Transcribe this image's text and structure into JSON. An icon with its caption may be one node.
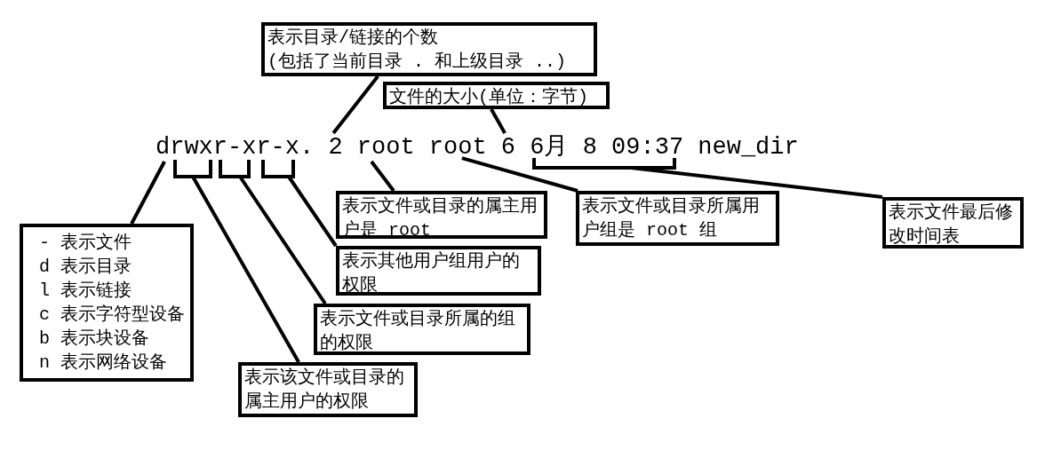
{
  "diagram": {
    "nodes": [
      {
        "text": [
          "表示目录/链接的个数",
          "(包括了当前目录 . 和上级目录 ..)"
        ]
      },
      {
        "text": [
          "文件的大小(单位：字节)"
        ]
      },
      {
        "text": [
          "drwxr-xr-x. 2 root root 6 6月 8 09:37 new_dir"
        ]
      },
      {
        "text": [],
        "shape": "bracket"
      },
      {
        "text": [],
        "shape": "bracket"
      },
      {
        "text": [],
        "shape": "bracket"
      },
      {
        "text": [],
        "shape": "bracket"
      },
      {
        "text": [
          "表示文件或目录的属主用户是 root"
        ]
      },
      {
        "text": [
          "表示文件或目录所属用户组是 root 组"
        ]
      },
      {
        "text": [
          "表示文件最后修改时间表"
        ]
      },
      {
        "text": [
          "- 表示文件",
          "d 表示目录",
          "l 表示链接",
          "c 表示字符型设备",
          "b 表示块设备",
          "n 表示网络设备"
        ]
      },
      {
        "text": [
          "表示其他用户组用户的权限"
        ]
      },
      {
        "text": [
          "表示文件或目录所属的组的权限"
        ]
      },
      {
        "text": [
          "表示该文件或目录的属主用户的权限"
        ]
      }
    ],
    "edges": [
      {
        "from": 0,
        "to": 2,
        "arrow": "none"
      },
      {
        "from": 1,
        "to": 2,
        "arrow": "none"
      },
      {
        "from": 7,
        "to": 2,
        "arrow": "none"
      },
      {
        "from": 8,
        "to": 2,
        "arrow": "none"
      },
      {
        "from": 9,
        "to": 6,
        "arrow": "none"
      },
      {
        "from": 10,
        "to": 2,
        "arrow": "none"
      },
      {
        "from": 11,
        "to": 5,
        "arrow": "none"
      },
      {
        "from": 12,
        "to": 4,
        "arrow": "none"
      },
      {
        "from": 13,
        "to": 3,
        "arrow": "none"
      }
    ]
  }
}
